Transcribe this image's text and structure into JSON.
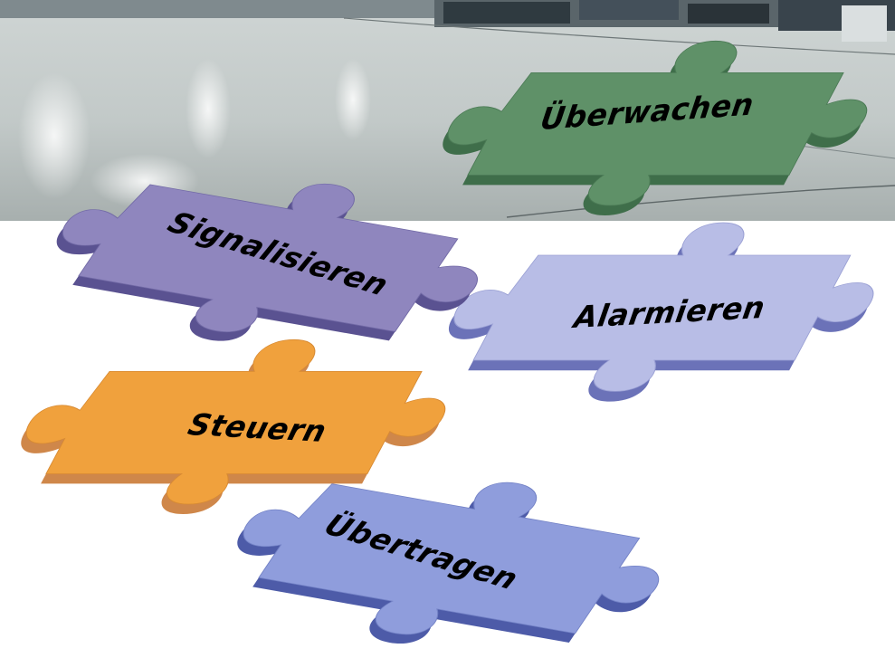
{
  "pieces": {
    "ueberwachen": {
      "label": "Überwachen",
      "color": "#5f9168",
      "side": "#3f6e4a"
    },
    "signalisieren": {
      "label": "Signalisieren",
      "color": "#8f86be",
      "side": "#5a5291"
    },
    "alarmieren": {
      "label": "Alarmieren",
      "color": "#b8bde6",
      "side": "#6b72b8"
    },
    "steuern": {
      "label": "Steuern",
      "color": "#f0a13d",
      "side": "#cf874a"
    },
    "uebertragen": {
      "label": "Übertragen",
      "color": "#8f9ddc",
      "side": "#4d5ba8"
    }
  },
  "background": {
    "photo_color": "#c3cbcb",
    "page_color": "#ffffff"
  }
}
